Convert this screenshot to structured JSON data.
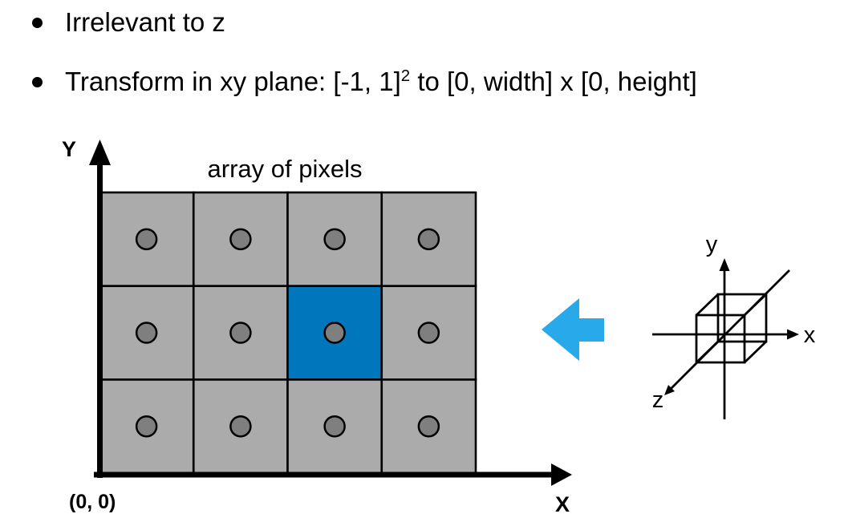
{
  "slide": {
    "background": "#ffffff",
    "bullets": [
      {
        "pre": "Irrelevant to z",
        "sup": "",
        "post": ""
      },
      {
        "pre": "Transform in xy plane: [-1, 1]",
        "sup": "2",
        "post": " to [0, width] x [0, height]"
      }
    ]
  },
  "pixel_diagram": {
    "title": "array of pixels",
    "y_axis_label": "Y",
    "x_axis_label": "X",
    "origin_label": "(0, 0)",
    "grid": {
      "cols": 4,
      "rows": 3,
      "highlighted_cell": {
        "col": 2,
        "row": 1
      },
      "cell_color": "#ABABAB",
      "highlight_color": "#0077BC",
      "sample_dot_color": "#7F7F7F",
      "border_color": "#000000"
    }
  },
  "transform_arrow": {
    "icon": "left-block-arrow",
    "color": "#28A9EA"
  },
  "ndc_cube_diagram": {
    "x_axis_label": "x",
    "y_axis_label": "y",
    "z_axis_label": "z"
  }
}
